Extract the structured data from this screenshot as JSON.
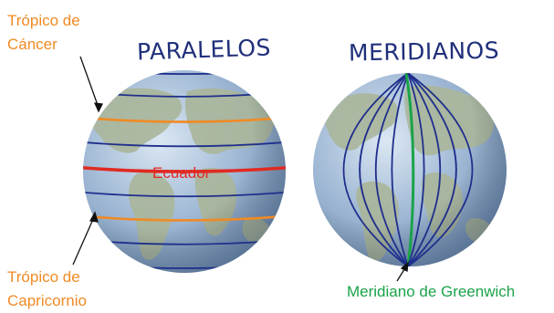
{
  "titles": {
    "left": "PARALELOS",
    "right": "MERIDIANOS"
  },
  "labels": {
    "tropic_cancer": [
      "Trópico de",
      "Cáncer"
    ],
    "equator": "Ecuador",
    "tropic_capricorn": [
      "Trópico de",
      "Capricornio"
    ],
    "greenwich": "Meridiano de Greenwich"
  },
  "colors": {
    "title": "#1f2f7a",
    "lines": "#1f2f8c",
    "tropic": "#f08a24",
    "equator": "#e02a22",
    "greenwich": "#1aa34a",
    "globe_ocean": "#8aa9c9",
    "land": "#a9b59a",
    "label_orange": "#f08a24",
    "label_red": "#e02a22",
    "label_green": "#1aa34a"
  }
}
